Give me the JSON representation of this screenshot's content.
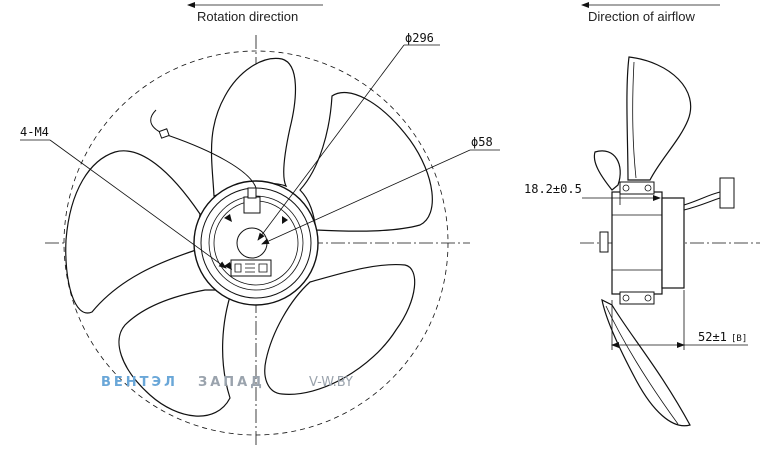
{
  "labels": {
    "rotation_direction": "Rotation direction",
    "airflow_direction": "Direction of airflow",
    "outer_diameter": "ϕ296",
    "hub_diameter": "ϕ58",
    "mount_holes": "4-M4",
    "hub_offset": "18.2±0.5",
    "depth": "52±1",
    "depth_suffix": "[B]"
  },
  "watermark": {
    "brand_part1": "ВЕНТЭЛ",
    "brand_part2": "ЗАПАД",
    "site": "V-W.BY",
    "color_part1": "#6aa7d8",
    "color_part2": "#9aa3ad"
  }
}
